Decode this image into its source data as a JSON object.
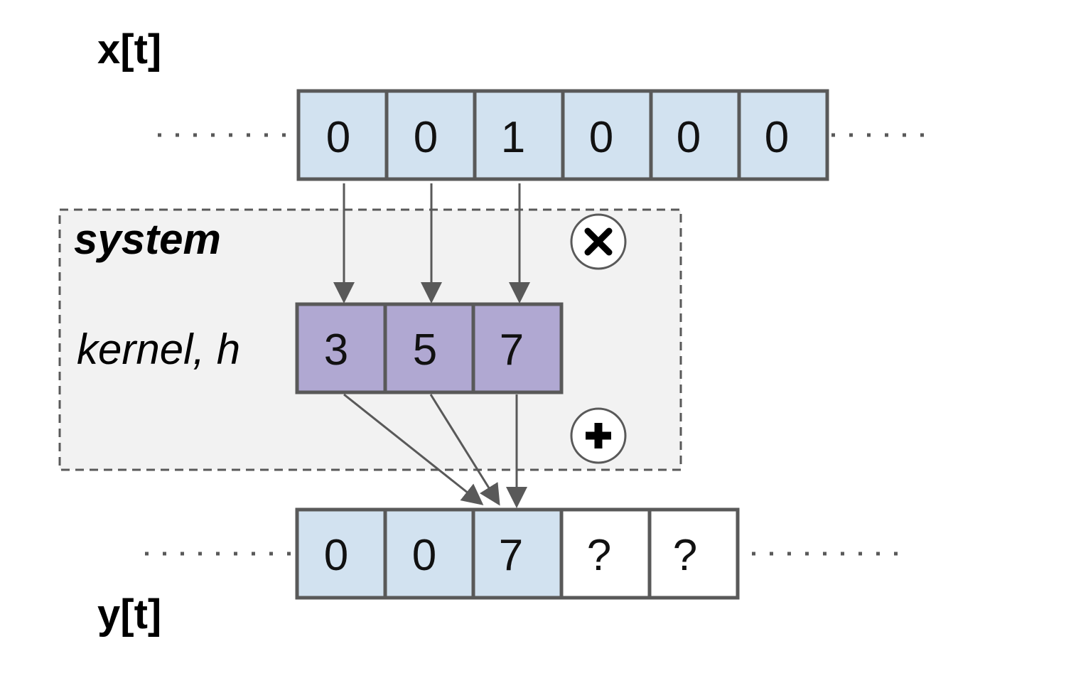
{
  "labels": {
    "input": "x[t]",
    "output": "y[t]",
    "system": "system",
    "kernel": "kernel, h"
  },
  "input_cells": [
    "0",
    "0",
    "1",
    "0",
    "0",
    "0"
  ],
  "kernel_cells": [
    "3",
    "5",
    "7"
  ],
  "output_cells": [
    {
      "value": "0",
      "computed": true
    },
    {
      "value": "0",
      "computed": true
    },
    {
      "value": "7",
      "computed": true
    },
    {
      "value": "?",
      "computed": false
    },
    {
      "value": "?",
      "computed": false
    }
  ],
  "operators": {
    "multiply_icon": "multiply-icon",
    "add_icon": "plus-icon"
  },
  "colors": {
    "input_fill": "#d2e2f0",
    "kernel_fill": "#b0a8d2",
    "output_pending_fill": "#ffffff",
    "system_fill": "#f2f2f2",
    "stroke": "#595959"
  }
}
